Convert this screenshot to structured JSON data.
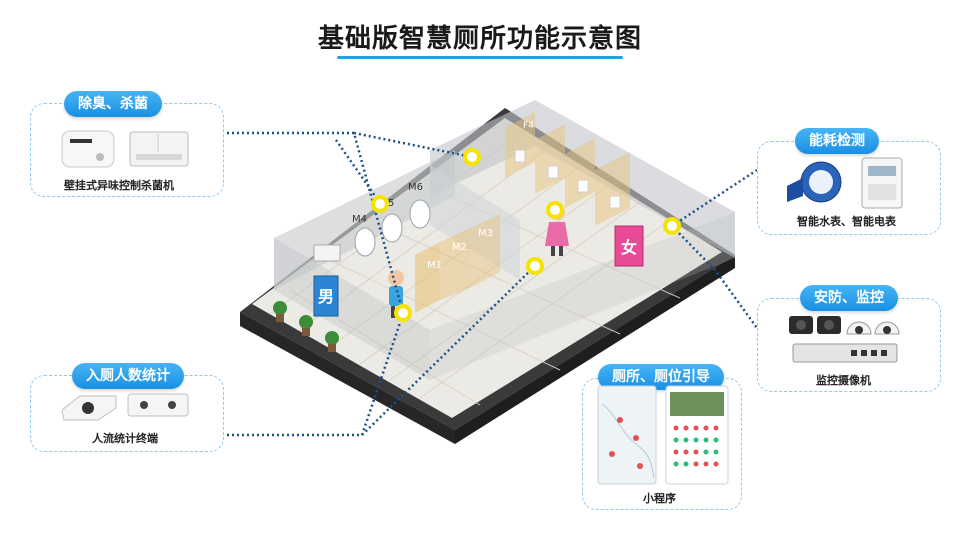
{
  "title": "基础版智慧厕所功能示意图",
  "panels": {
    "deodorize": {
      "label": "除臭、杀菌",
      "caption": "壁挂式异味控制杀菌机"
    },
    "people": {
      "label": "入厕人数统计",
      "caption": "人流统计终端"
    },
    "guide": {
      "label": "厕所、厕位引导",
      "caption": "小程序"
    },
    "energy": {
      "label": "能耗检测",
      "caption": "智能水表、智能电表"
    },
    "security": {
      "label": "安防、监控",
      "caption": "监控摄像机"
    }
  },
  "stalls": {
    "m1": "M1",
    "m2": "M2",
    "m3": "M3",
    "m4": "M4",
    "m5": "5",
    "m6": "M6",
    "f4": "F4"
  },
  "signs": {
    "male": "男",
    "female": "女"
  },
  "colors": {
    "accent": "#1aa3e8",
    "marker": "#f5e400",
    "dotted_line": "#1b4f8c"
  }
}
